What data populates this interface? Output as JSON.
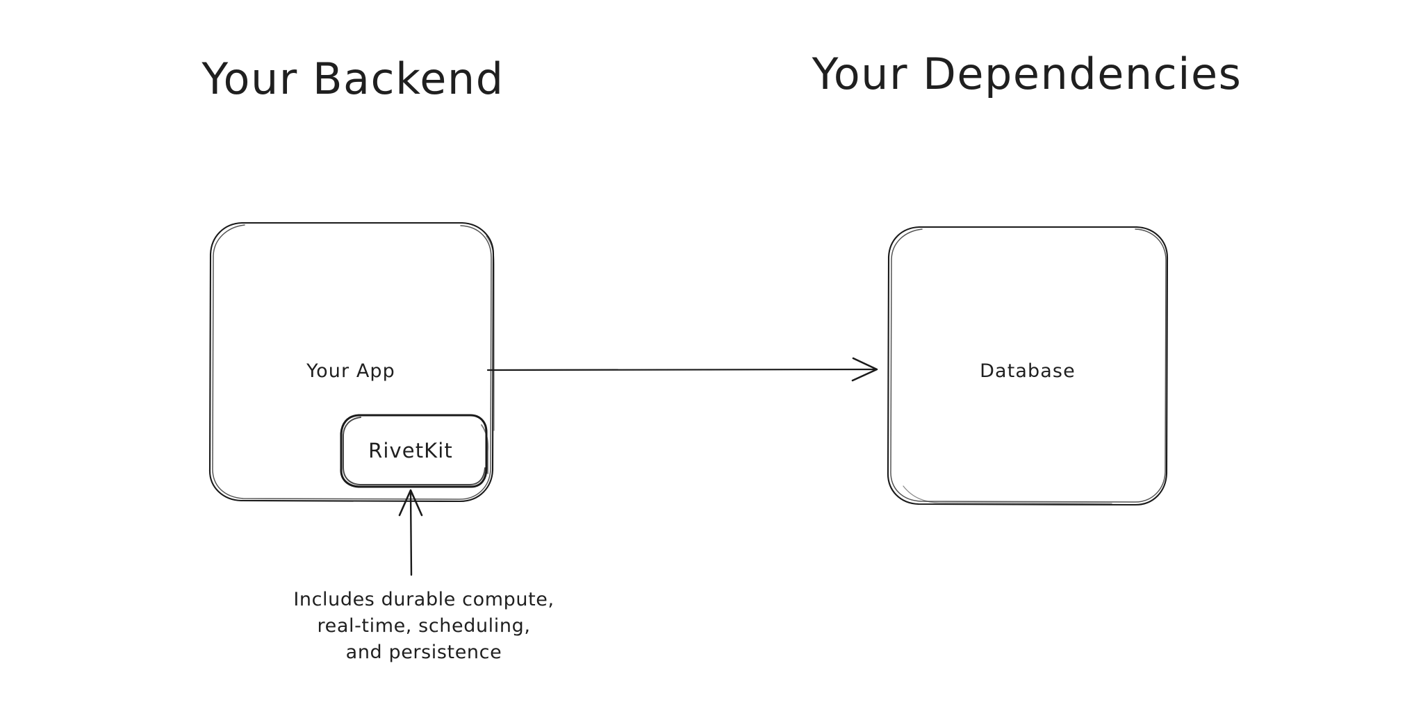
{
  "diagram": {
    "background_color": "#ffffff",
    "stroke_color": "#1a1a1a",
    "text_color": "#1f1f1f",
    "style": "hand-drawn",
    "groups": [
      {
        "id": "backend",
        "title": "Your Backend"
      },
      {
        "id": "dependencies",
        "title": "Your Dependencies"
      }
    ],
    "nodes": [
      {
        "id": "your-app",
        "label": "Your App",
        "group": "backend"
      },
      {
        "id": "rivetkit",
        "label": "RivetKit",
        "group": "backend",
        "parent": "your-app"
      },
      {
        "id": "database",
        "label": "Database",
        "group": "dependencies"
      }
    ],
    "edges": [
      {
        "id": "app-to-database",
        "from": "your-app",
        "to": "database",
        "label": "",
        "arrowhead": "open"
      },
      {
        "id": "annotation-to-rivetkit",
        "from": "annotation",
        "to": "rivetkit",
        "arrowhead": "open"
      }
    ],
    "annotations": [
      {
        "id": "rivetkit-note",
        "lines": [
          "Includes durable compute,",
          "real-time, scheduling,",
          "and persistence"
        ]
      }
    ]
  }
}
